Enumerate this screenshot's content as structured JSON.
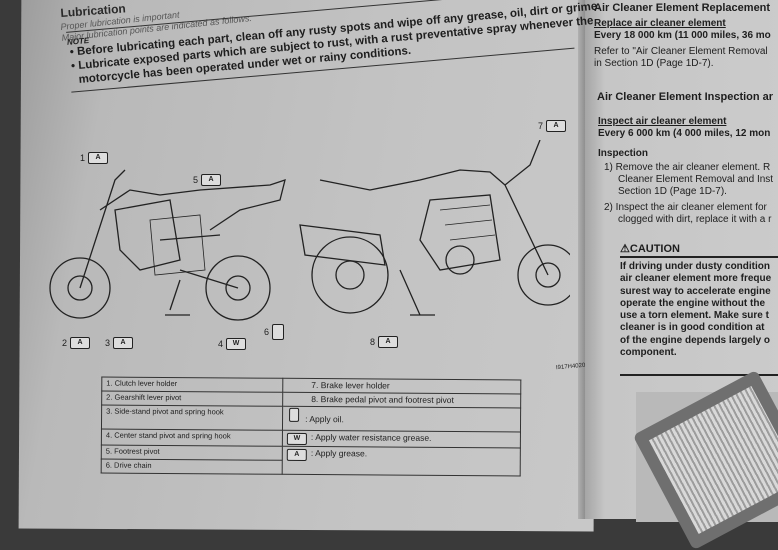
{
  "left_page": {
    "section_title": "Lubrication",
    "intro_lines": [
      "Proper lubrication is important",
      "Major lubrication points are indicated as follows."
    ],
    "note_label": "NOTE",
    "note_lines": [
      "Before lubricating each part, clean off any rusty spots and wipe off any grease, oil, dirt or grime.",
      "Lubricate exposed parts which are subject to rust, with a rust preventative spray whenever the",
      "motorcycle has been operated under wet or rainy conditions."
    ],
    "callouts": [
      {
        "num": "1",
        "symbol": "A"
      },
      {
        "num": "2",
        "symbol": "A"
      },
      {
        "num": "3",
        "symbol": "A"
      },
      {
        "num": "4",
        "symbol": "W"
      },
      {
        "num": "5",
        "symbol": "A"
      },
      {
        "num": "6",
        "symbol": "oil"
      },
      {
        "num": "7",
        "symbol": "A"
      },
      {
        "num": "8",
        "symbol": "A"
      }
    ],
    "figure_code": "I917H4020",
    "legend": {
      "left": [
        "1.  Clutch lever holder",
        "2.  Gearshift lever pivot",
        "3.  Side-stand pivot and spring hook",
        "4.  Center stand pivot and spring hook",
        "5.  Footrest pivot",
        "6.  Drive chain"
      ],
      "right": [
        "7.  Brake lever holder",
        "8.  Brake pedal pivot and footrest pivot",
        ":  Apply oil.",
        ":  Apply water resistance grease.",
        ":  Apply grease."
      ]
    }
  },
  "right_page": {
    "header_cut": "Air Cleaner Element Replacement",
    "replace_heading": "Replace air cleaner element",
    "replace_interval": "Every 18 000 km (11 000 miles, 36 mo",
    "refer_lines": [
      "Refer to \"Air Cleaner Element Removal",
      "in Section 1D (Page 1D-7)."
    ],
    "section2_title": "Air Cleaner Element Inspection ar",
    "inspect_heading": "Inspect air cleaner element",
    "inspect_interval": "Every 6 000 km (4 000 miles, 12 mon",
    "inspection_label": "Inspection",
    "steps": [
      [
        "1) Remove the air cleaner element. R",
        "Cleaner Element Removal and Inst",
        "Section 1D (Page 1D-7)."
      ],
      [
        "2) Inspect the air cleaner element for",
        "clogged with dirt, replace it with a r"
      ]
    ],
    "caution_label": "CAUTION",
    "caution_lines": [
      "If driving under dusty condition",
      "air cleaner element more freque",
      "surest way to accelerate engine",
      "operate the engine without the",
      "use a torn element. Make sure t",
      "cleaner is in good condition at",
      "of the engine depends largely o",
      "component."
    ]
  }
}
